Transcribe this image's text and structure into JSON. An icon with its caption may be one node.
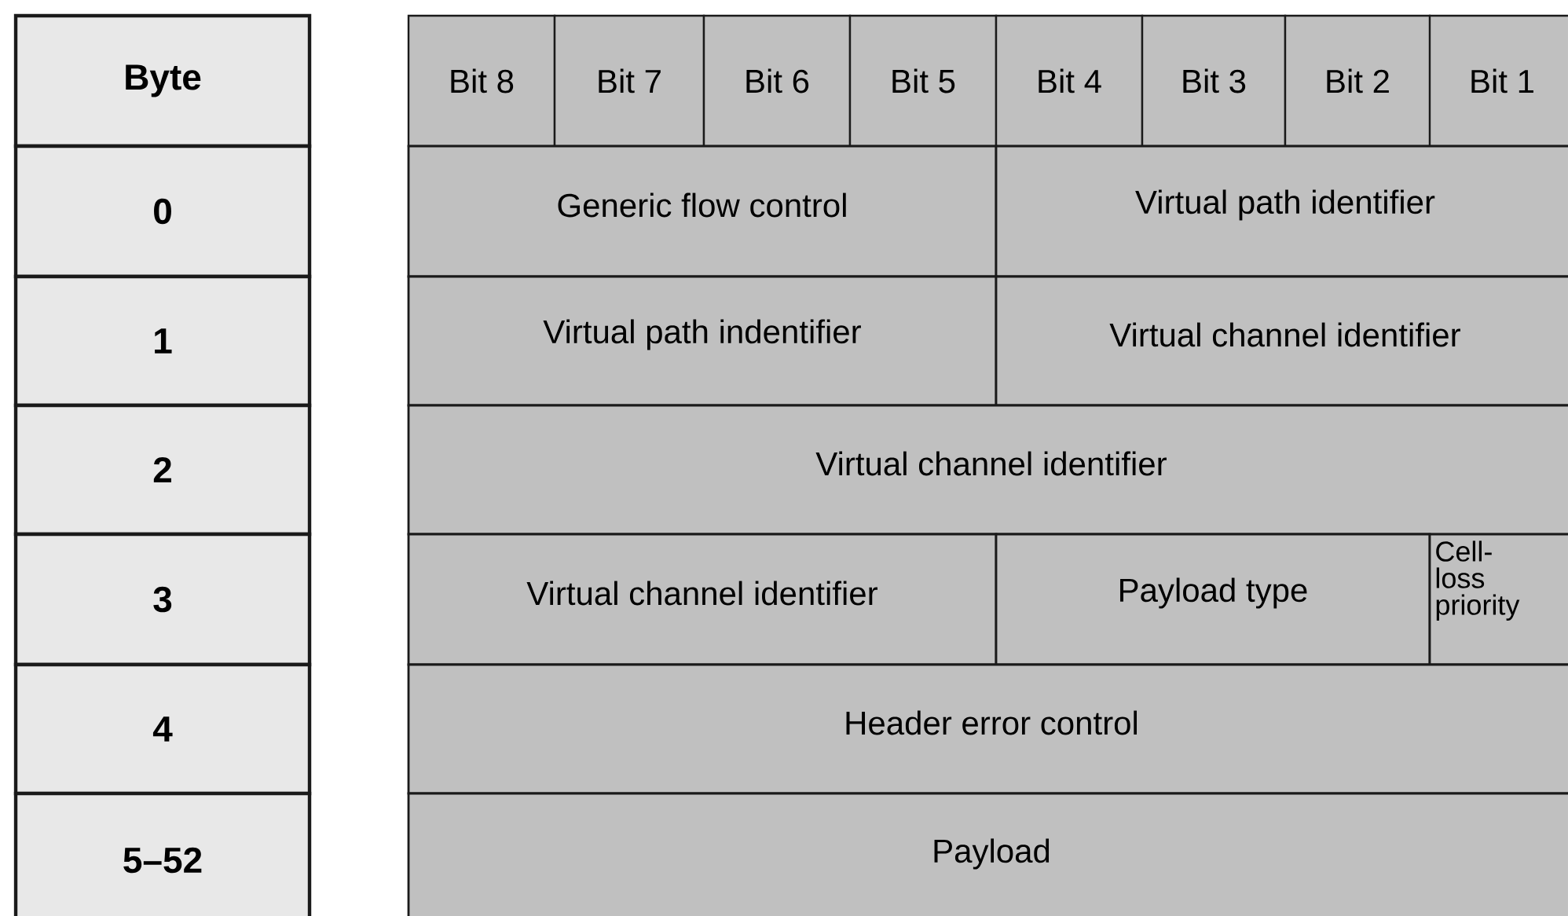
{
  "diagram": {
    "labels": [
      "Byte",
      "Bit 8",
      "Bit 7",
      "Bit 6",
      "Bit 5",
      "Bit 4",
      "Bit 3",
      "Bit 2",
      "Bit 1",
      "0",
      "Generic flow control",
      "Virtual path identifier",
      "1",
      "Virtual path indentifier",
      "Virtual channel identifier",
      "2",
      "Virtual channel identifier",
      "3",
      "Virtual channel identifier",
      "Payload type",
      "Cell-loss priority",
      "4",
      "Header error control",
      "5–52",
      "Payload"
    ]
  }
}
